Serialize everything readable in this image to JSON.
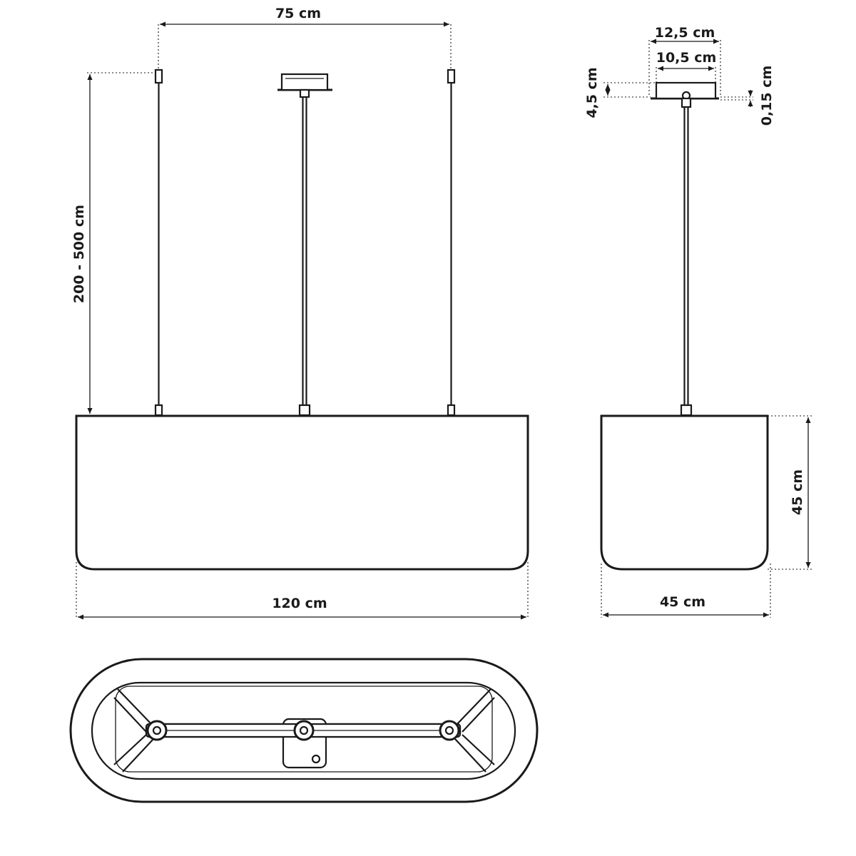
{
  "colors": {
    "line": "#1a1a1a",
    "background": "#ffffff"
  },
  "front_view": {
    "dim_wire_spacing": "75 cm",
    "dim_suspension_length": "200 - 500 cm",
    "dim_width": "120 cm"
  },
  "side_view": {
    "dim_canopy_outer": "12,5 cm",
    "dim_canopy_inner": "10,5 cm",
    "dim_canopy_height": "4,5 cm",
    "dim_plate_thickness": "0,15 cm",
    "dim_shade_height": "45 cm",
    "dim_depth": "45 cm"
  }
}
